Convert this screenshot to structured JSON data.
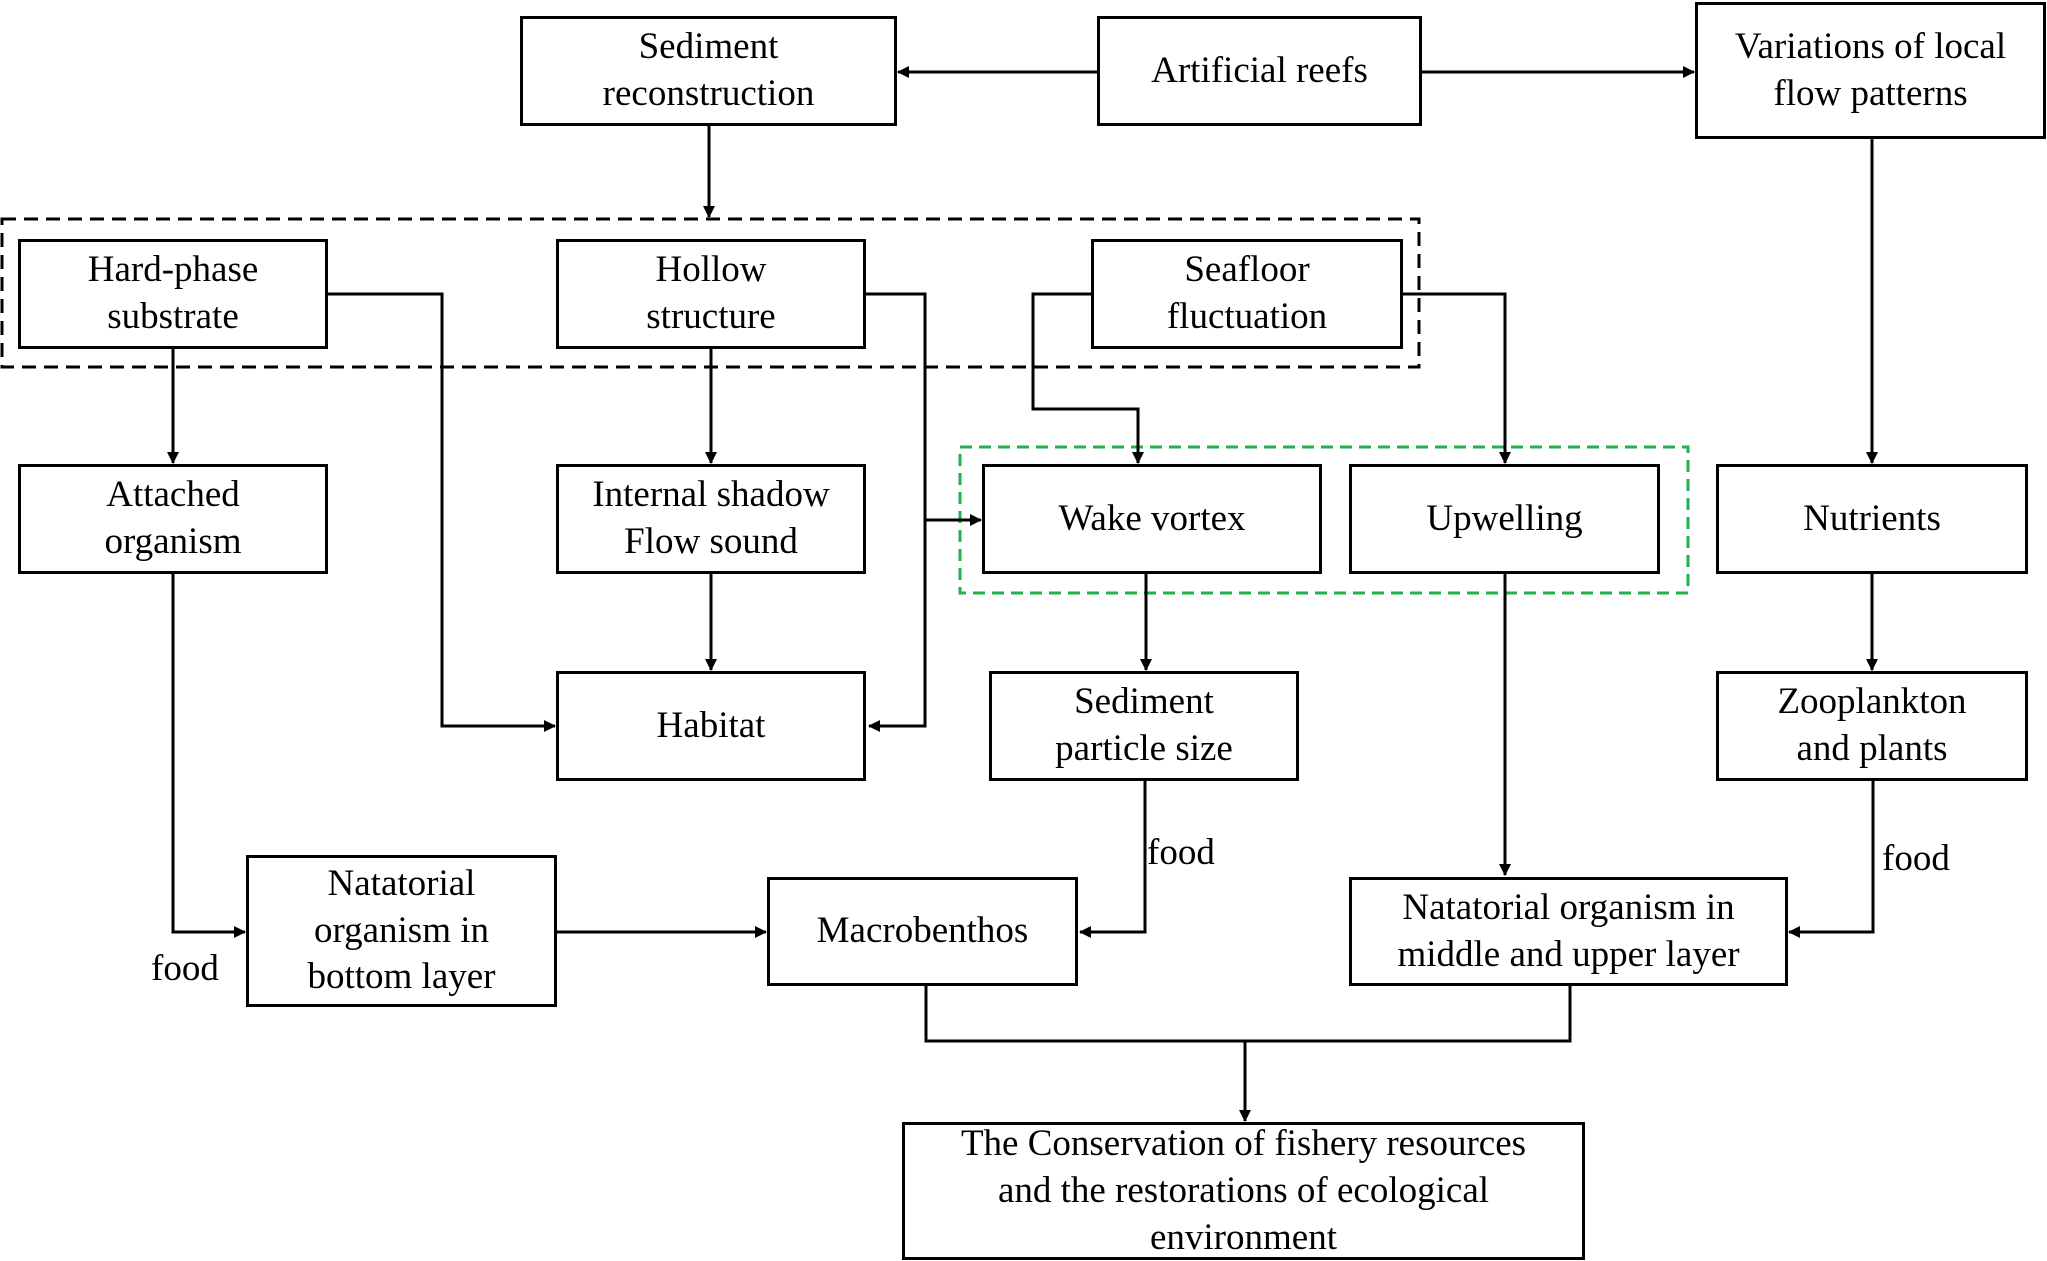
{
  "colors": {
    "line": "#000000",
    "dashed_group": "#000000",
    "highlight_group": "#22b14c"
  },
  "nodes": {
    "artificial_reefs": "Artificial reefs",
    "sediment_reconstruction": "Sediment\nreconstruction",
    "local_flow": "Variations of local\nflow patterns",
    "hard_phase": "Hard-phase\nsubstrate",
    "hollow": "Hollow\nstructure",
    "seafloor": "Seafloor\nfluctuation",
    "attached": "Attached\norganism",
    "internal_shadow": "Internal shadow\nFlow sound",
    "wake_vortex": "Wake vortex",
    "upwelling": "Upwelling",
    "nutrients": "Nutrients",
    "habitat": "Habitat",
    "sediment_particle": "Sediment\nparticle size",
    "zooplankton": "Zooplankton\nand  plants",
    "natatorial_bottom": "Natatorial\norganism in\nbottom layer",
    "macrobenthos": "Macrobenthos",
    "natatorial_upper": "Natatorial organism in\nmiddle and upper layer",
    "conservation": "The Conservation of fishery resources\nand the restorations of ecological\nenvironment"
  },
  "edge_labels": {
    "food_attached": "food",
    "food_particle": "food",
    "food_zooplankton": "food"
  }
}
